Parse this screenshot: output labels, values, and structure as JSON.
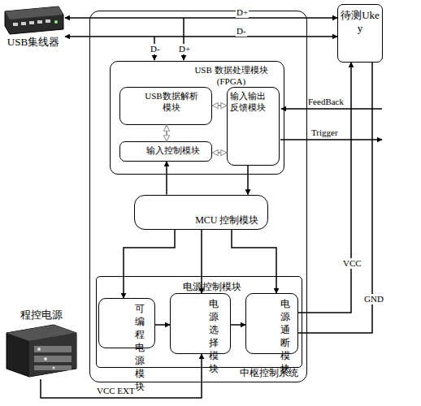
{
  "diagram": {
    "nodes": [
      {
        "text": [
          "USB集线器"
        ]
      },
      {
        "text": [
          "待测Ukey"
        ]
      },
      {
        "text": [
          "中枢控制系统"
        ]
      },
      {
        "text": [
          "USB 数据处理模块 (FPGA)"
        ],
        "in": 2
      },
      {
        "text": [
          "USB数据解析模块"
        ],
        "in": 3
      },
      {
        "text": [
          "输入控制模块"
        ],
        "in": 3
      },
      {
        "text": [
          "输入输出反馈模块"
        ],
        "in": 3
      },
      {
        "text": [
          "MCU 控制模块"
        ],
        "in": 2
      },
      {
        "text": [
          "电源控制模块"
        ],
        "in": 2
      },
      {
        "text": [
          "可编程电源模块"
        ],
        "in": 8
      },
      {
        "text": [
          "电源选择模块"
        ],
        "in": 8
      },
      {
        "text": [
          "电源通断模块"
        ],
        "in": 8
      },
      {
        "text": [
          "程控电源"
        ]
      }
    ],
    "edges": [
      {
        "from": 0,
        "to": 1,
        "arrow": "both",
        "label": "D+"
      },
      {
        "from": 0,
        "to": 1,
        "arrow": "both",
        "label": "D-"
      },
      {
        "from": 4,
        "to": 6,
        "arrow": "both"
      },
      {
        "from": 4,
        "to": 5,
        "arrow": "both"
      },
      {
        "from": 5,
        "to": 6,
        "arrow": "both"
      },
      {
        "from": 7,
        "to": 5,
        "arrow": "to"
      },
      {
        "from": 6,
        "to": 7,
        "arrow": "to"
      },
      {
        "from": 7,
        "to": 9,
        "arrow": "to"
      },
      {
        "from": 7,
        "to": 10,
        "arrow": "to"
      },
      {
        "from": 7,
        "to": 11,
        "arrow": "to"
      },
      {
        "from": 9,
        "to": 10,
        "arrow": "to"
      },
      {
        "from": 10,
        "to": 11,
        "arrow": "to"
      },
      {
        "from": 11,
        "to": 1,
        "arrow": "to",
        "label": "VCC"
      },
      {
        "from": 1,
        "to": 11,
        "arrow": "none",
        "label": "GND"
      },
      {
        "from": 12,
        "to": 10,
        "arrow": "to",
        "label": "VCC EXT"
      }
    ],
    "labels": [
      "D-",
      "D+",
      "FeedBack",
      "Trigger"
    ]
  }
}
